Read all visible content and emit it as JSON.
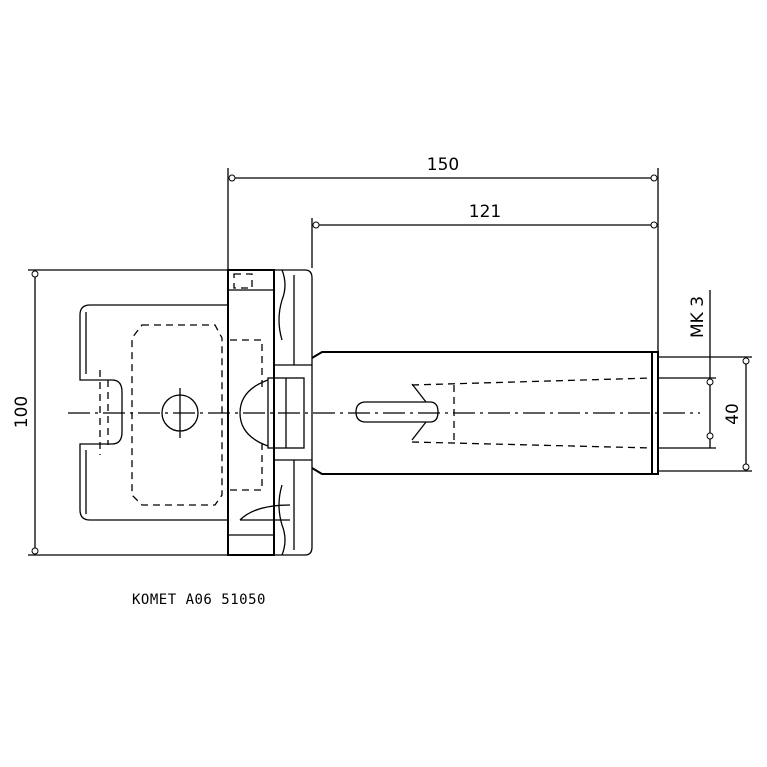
{
  "drawing": {
    "dimensions": {
      "overall_length": "150",
      "shank_length": "121",
      "flange_height": "100",
      "taper_size": "MK 3",
      "shank_diameter": "40"
    },
    "caption": "KOMET A06 51050"
  }
}
